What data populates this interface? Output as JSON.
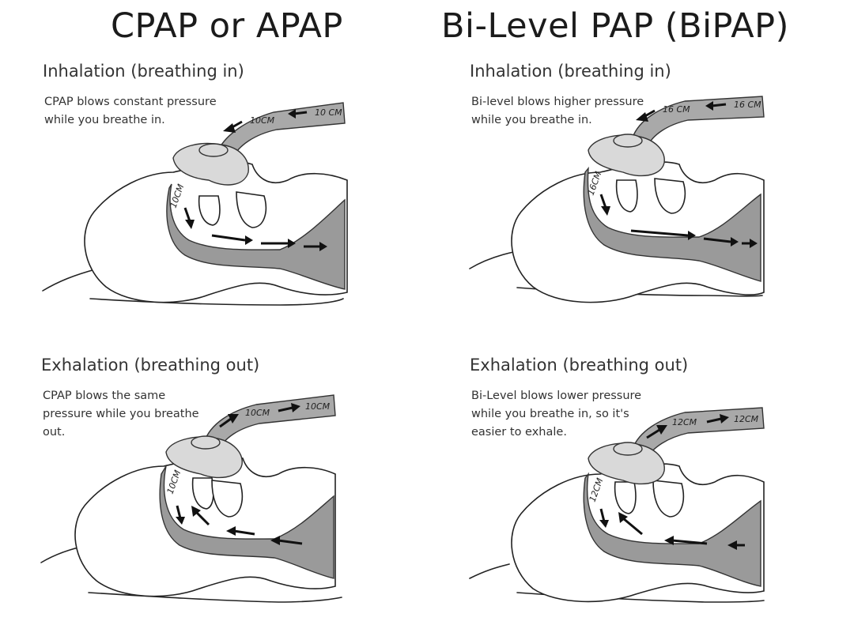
{
  "titles": {
    "left": "CPAP or APAP",
    "right": "Bi-Level PAP (BiPAP)"
  },
  "panels": {
    "cpap_in": {
      "heading": "Inhalation (breathing in)",
      "desc": "CPAP blows constant pressure while you breathe in.",
      "tube_label_a": "10CM",
      "tube_label_b": "10 CM",
      "throat_label": "10CM"
    },
    "bipap_in": {
      "heading": "Inhalation (breathing in)",
      "desc": "Bi-level blows higher pressure while you breathe in.",
      "tube_label_a": "16 CM",
      "tube_label_b": "16 CM",
      "throat_label": "16CM"
    },
    "cpap_out": {
      "heading": "Exhalation (breathing out)",
      "desc": "CPAP blows the same pressure while you breathe out.",
      "tube_label_a": "10CM",
      "tube_label_b": "10CM",
      "throat_label": "10CM"
    },
    "bipap_out": {
      "heading": "Exhalation (breathing out)",
      "desc": "Bi-Level blows lower pressure while you breathe in, so it's easier to exhale.",
      "tube_label_a": "12CM",
      "tube_label_b": "12CM",
      "throat_label": "12CM"
    }
  }
}
